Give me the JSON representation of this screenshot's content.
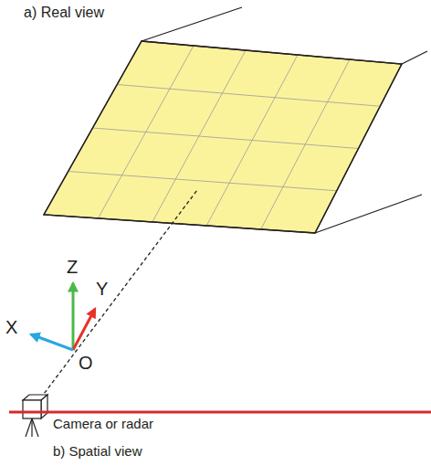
{
  "diagram": {
    "labels": [
      "a) Real view",
      "Z",
      "Y",
      "X",
      "O",
      "Camera or radar",
      "b) Spatial view"
    ]
  }
}
